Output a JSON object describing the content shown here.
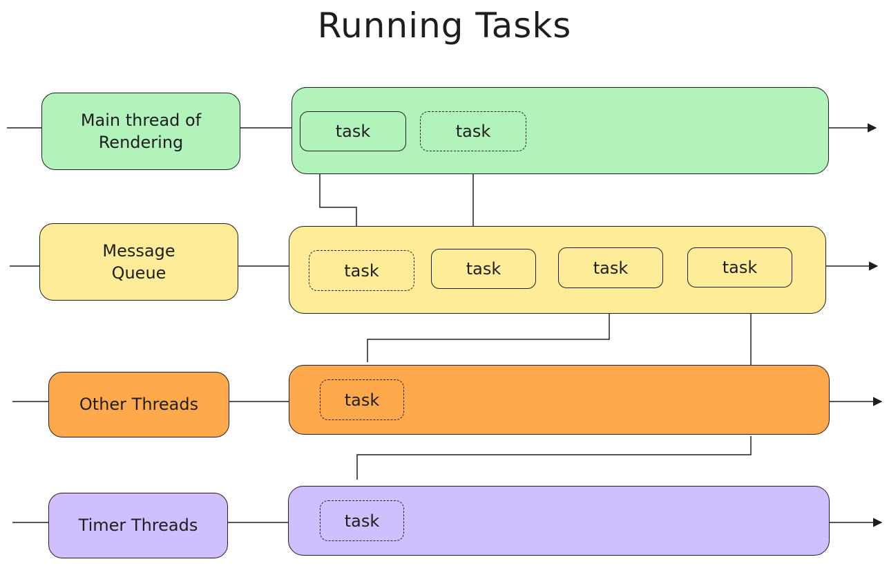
{
  "title": "Running Tasks",
  "colors": {
    "main": "#b2f2bb",
    "queue": "#ffec99",
    "other": "#ffa94d",
    "timer": "#d0bfff",
    "stroke": "#1e1e1e"
  },
  "rows": [
    {
      "label": "Main thread of\nRendering",
      "tasks": [
        {
          "text": "task",
          "dashed": false
        },
        {
          "text": "task",
          "dashed": true
        }
      ]
    },
    {
      "label": "Message\nQueue",
      "tasks": [
        {
          "text": "task",
          "dashed": true
        },
        {
          "text": "task",
          "dashed": false
        },
        {
          "text": "task",
          "dashed": false
        },
        {
          "text": "task",
          "dashed": false
        }
      ]
    },
    {
      "label": "Other Threads",
      "tasks": [
        {
          "text": "task",
          "dashed": true
        }
      ]
    },
    {
      "label": "Timer Threads",
      "tasks": [
        {
          "text": "task",
          "dashed": true
        }
      ]
    }
  ]
}
